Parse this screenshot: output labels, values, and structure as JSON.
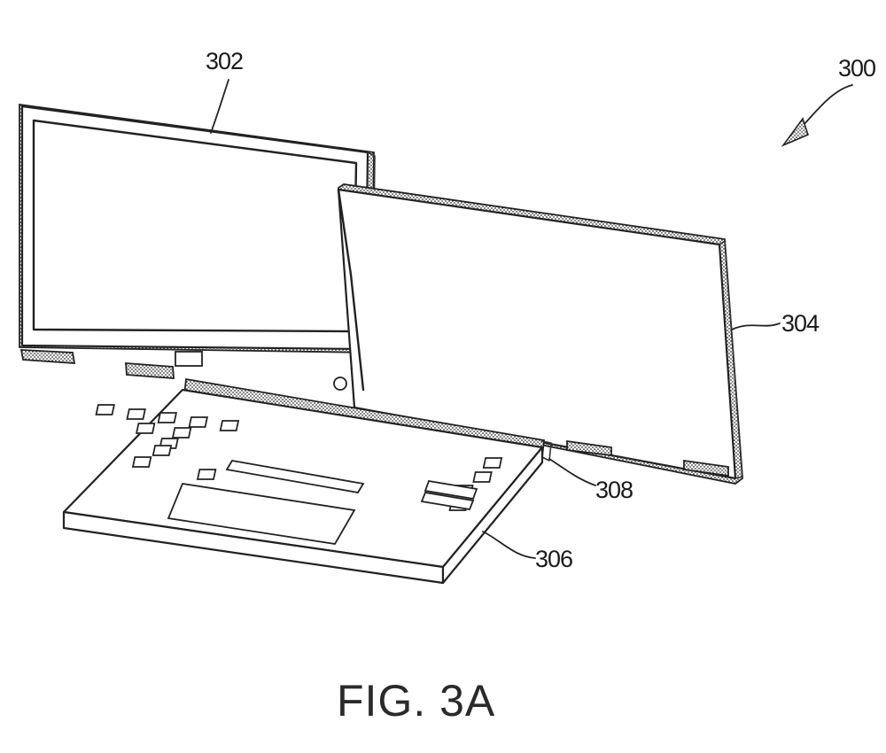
{
  "figure": {
    "caption": "FIG. 3A",
    "labels": {
      "device": "300",
      "first_display": "302",
      "second_display": "304",
      "keyboard_base": "306",
      "hinge": "308"
    }
  }
}
